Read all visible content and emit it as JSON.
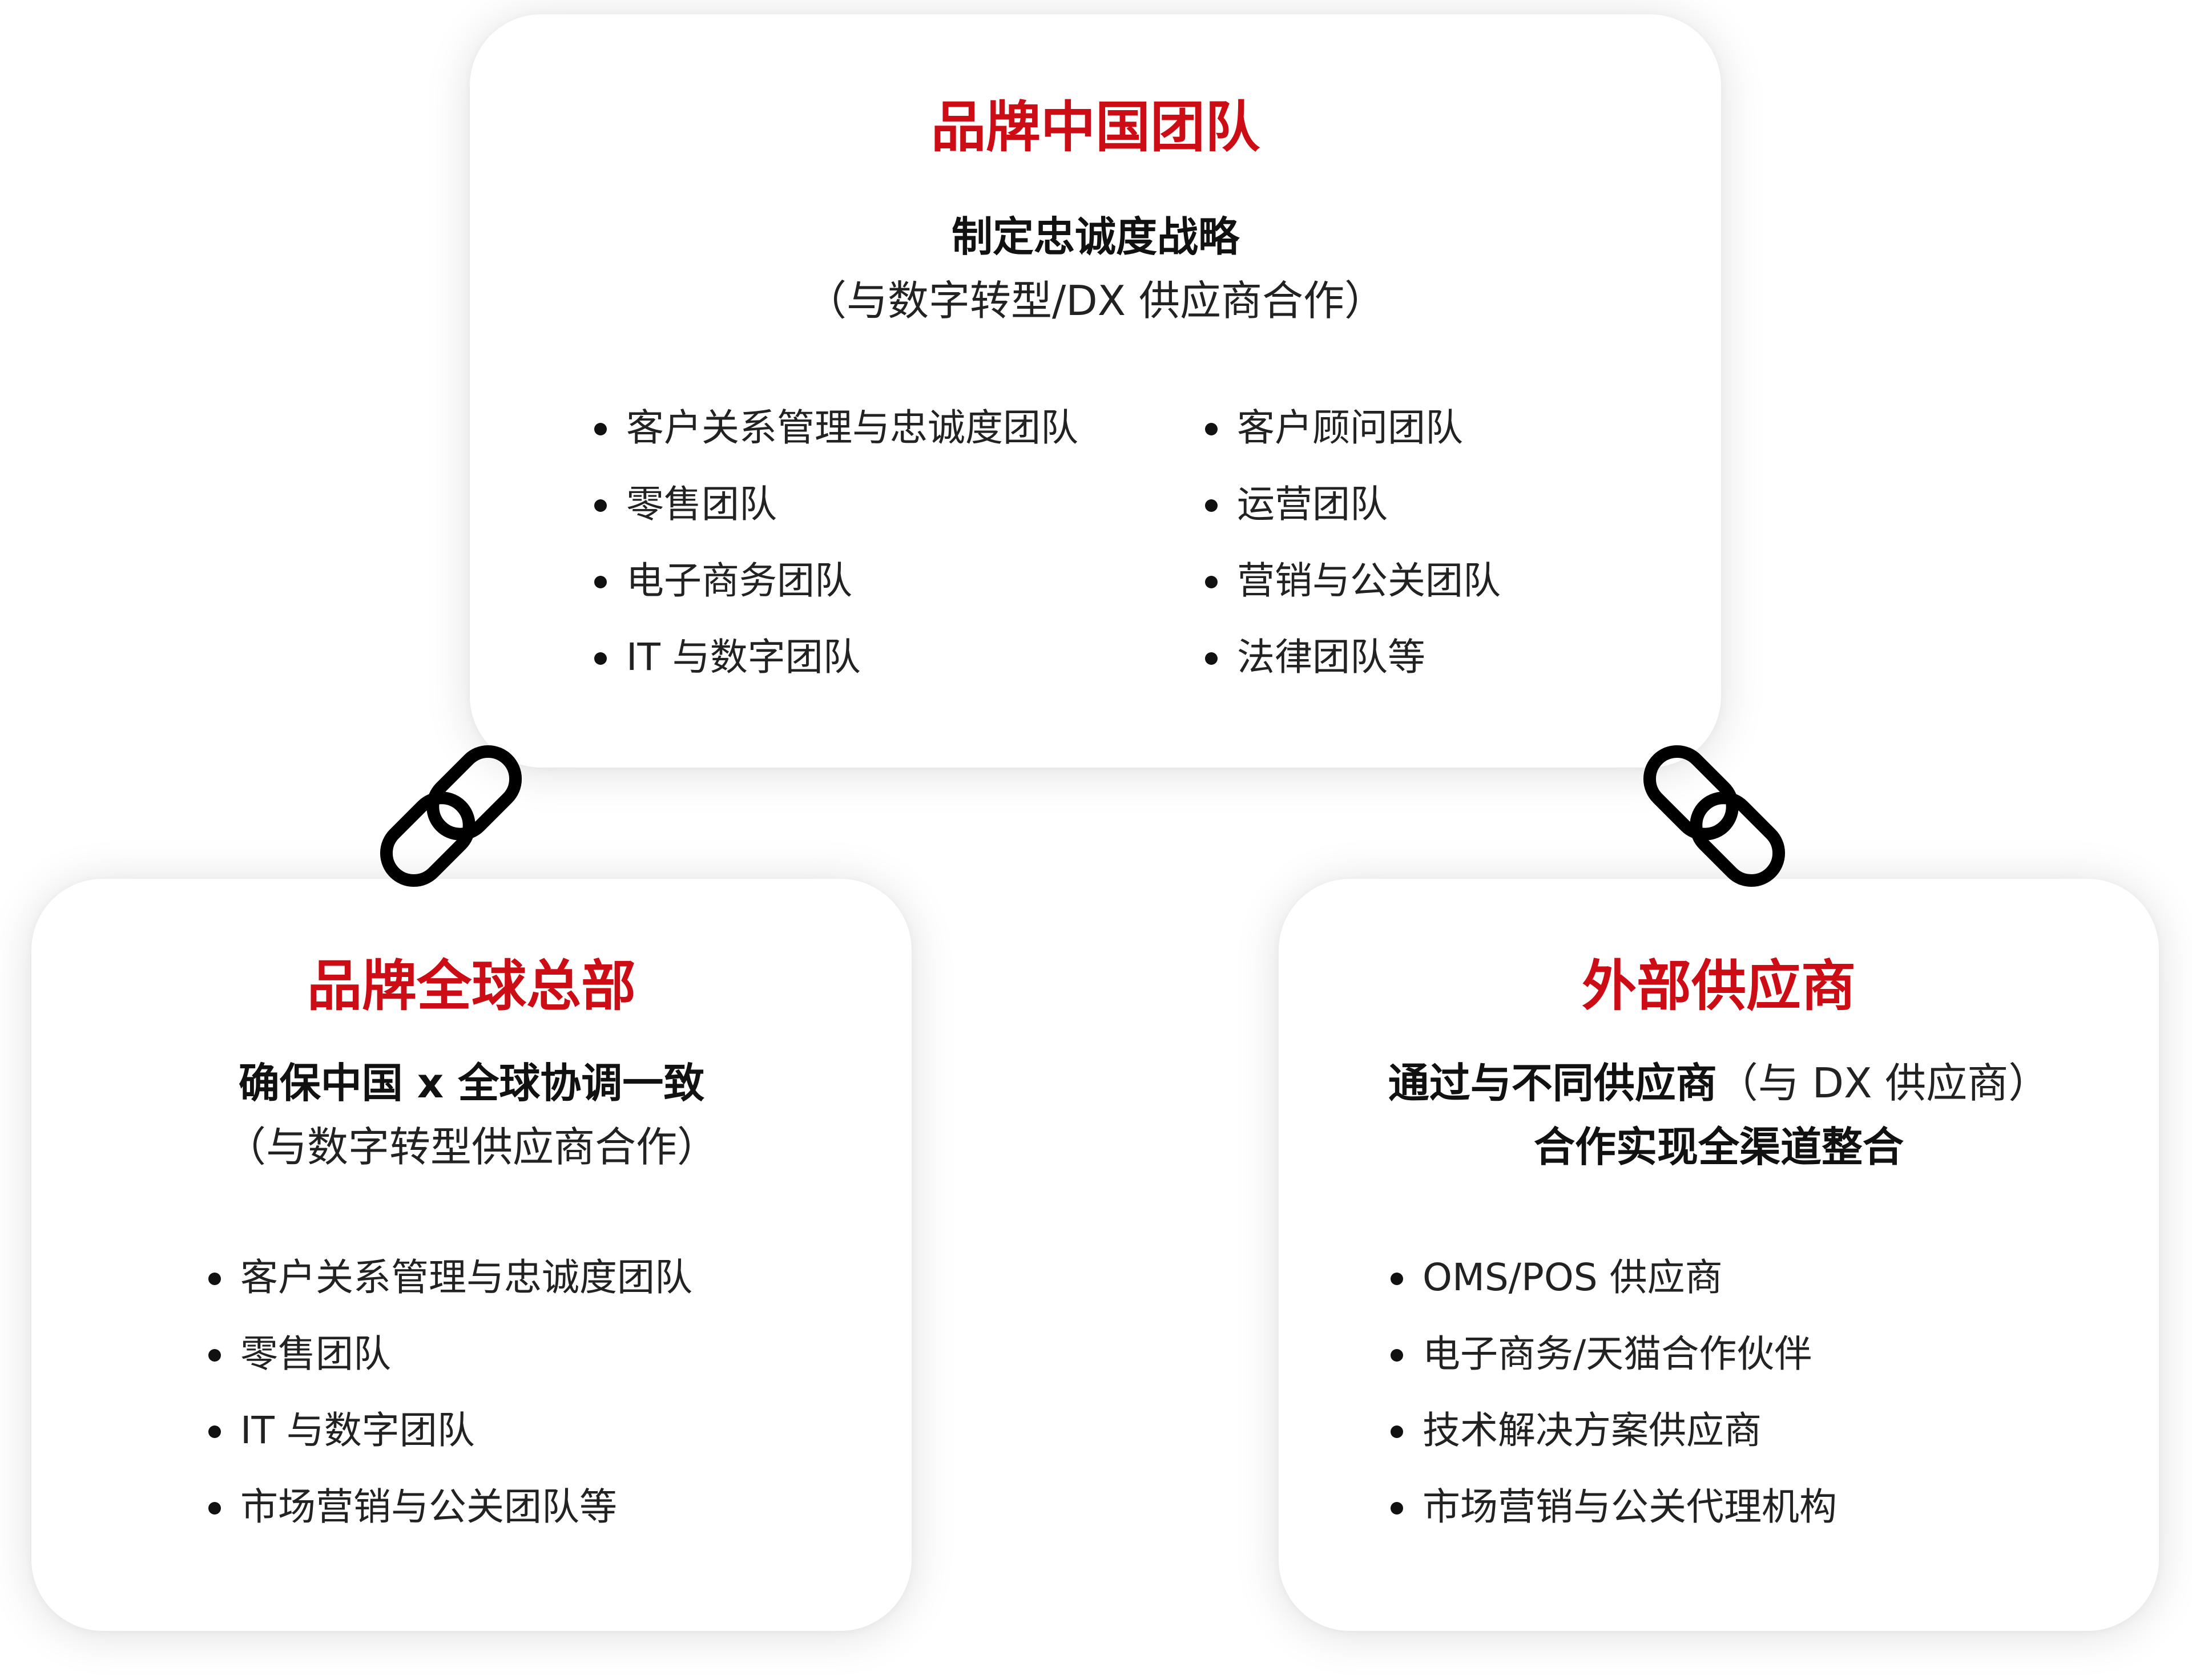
{
  "top_card": {
    "title": "品牌中国团队",
    "subtitle": "制定忠诚度战略",
    "note": "（与数字转型/DX 供应商合作）",
    "list_left": [
      "客户关系管理与忠诚度团队",
      "零售团队",
      "电子商务团队",
      "IT 与数字团队"
    ],
    "list_right": [
      "客户顾问团队",
      "运营团队",
      "营销与公关团队",
      "法律团队等"
    ]
  },
  "left_card": {
    "title": "品牌全球总部",
    "subtitle": "确保中国 x 全球协调一致",
    "note": "（与数字转型供应商合作）",
    "list": [
      "客户关系管理与忠诚度团队",
      "零售团队",
      "IT 与数字团队",
      "市场营销与公关团队等"
    ]
  },
  "right_card": {
    "title": "外部供应商",
    "subtitle_line1_bold": "通过与不同供应商",
    "subtitle_line1_note": "（与 DX 供应商）",
    "subtitle_line2": "合作实现全渠道整合",
    "list": [
      "OMS/POS 供应商",
      "电子商务/天猫合作伙伴",
      "技术解决方案供应商",
      "市场营销与公关代理机构"
    ]
  },
  "icons": {
    "left_connector": "chain-link-icon",
    "right_connector": "chain-link-icon"
  },
  "colors": {
    "title_red": "#cc0d16",
    "text": "#111111"
  }
}
